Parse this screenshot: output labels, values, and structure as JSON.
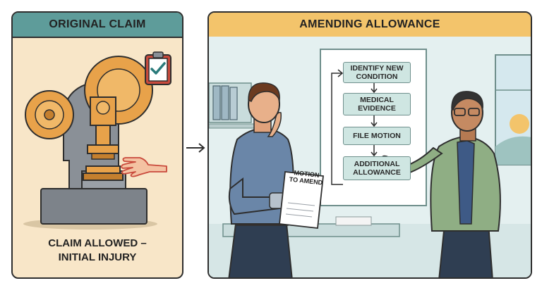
{
  "left_panel": {
    "title": "ORIGINAL CLAIM",
    "caption_line1": "CLAIM ALLOWED –",
    "caption_line2": "INITIAL INJURY"
  },
  "right_panel": {
    "title": "AMENDING ALLOWANCE",
    "flowchart": {
      "steps": [
        "IDENTIFY NEW CONDITION",
        "MEDICAL EVIDENCE",
        "FILE MOTION",
        "ADDITIONAL ALLOWANCE"
      ]
    },
    "document_label_line1": "MOTION",
    "document_label_line2": "TO AMEND"
  },
  "colors": {
    "left_header": "#5e9c9a",
    "right_header": "#f3c46b",
    "left_background": "#f8e6c8",
    "right_background": "#e4f0f0",
    "machine": "#e8a24a",
    "flow_box": "#cfe6e2"
  },
  "icons": [
    "clipboard-check-icon",
    "hand-icon",
    "arrow-right-icon"
  ]
}
